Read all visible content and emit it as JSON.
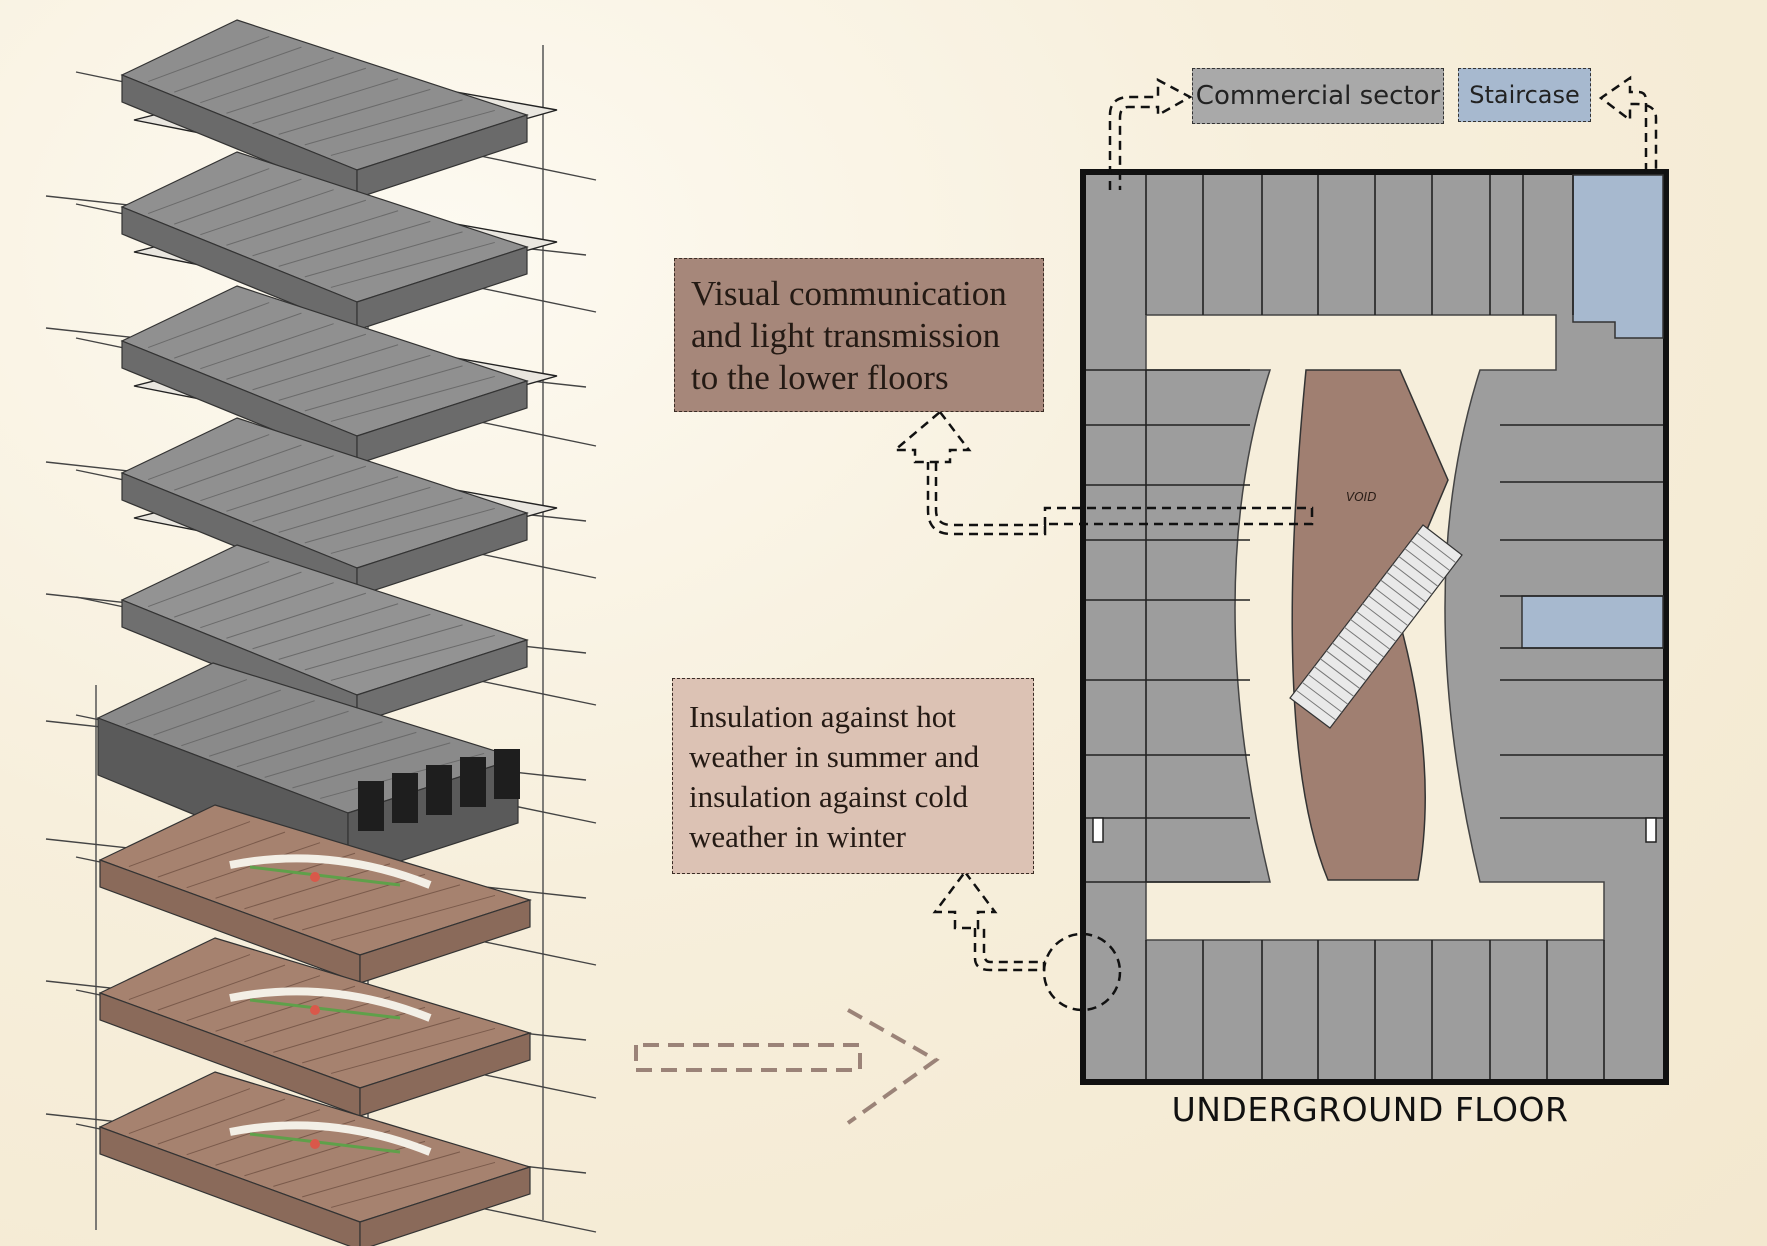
{
  "callouts": {
    "visual_communication": [
      "Visual communication",
      "and light transmission",
      "to the lower floors"
    ],
    "insulation": [
      "Insulation against hot",
      "weather in summer and",
      "insulation against cold",
      "weather in winter"
    ]
  },
  "legend": {
    "commercial_sector": "Commercial sector",
    "staircase": "Staircase"
  },
  "plan": {
    "title": "UNDERGROUND FLOOR",
    "void_label": "VOID"
  },
  "colors": {
    "background": "#f5ecd8",
    "gray_floor": "#9d9d9d",
    "brown_floor": "#a07f71",
    "staircase_blue": "#a7b9cf",
    "visual_callout": "#a6877a",
    "insulation_callout": "#dcc2b4",
    "big_arrow": "#9b8378"
  }
}
